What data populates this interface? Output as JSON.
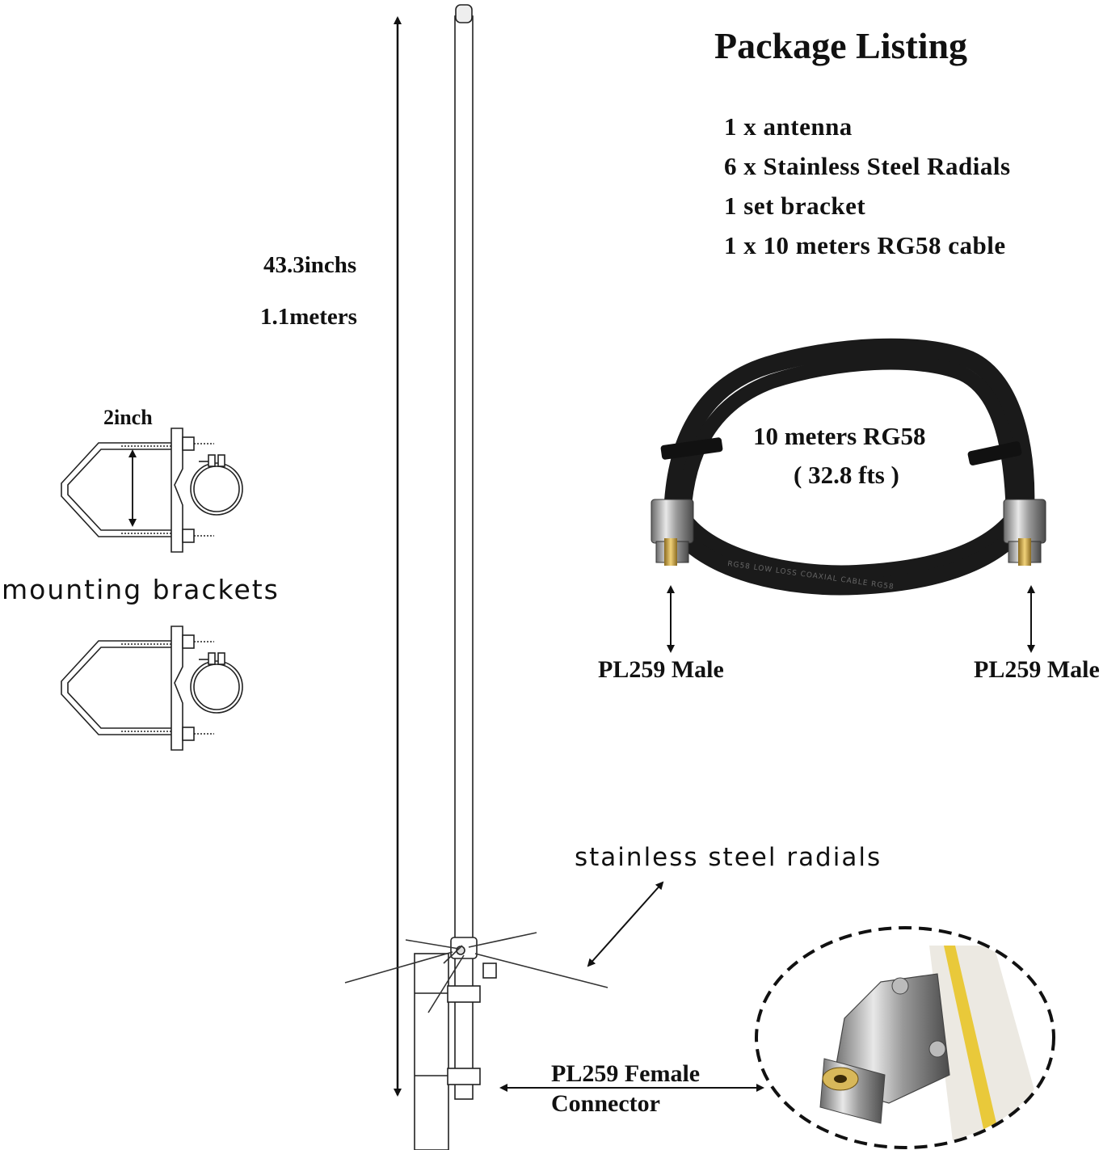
{
  "package": {
    "title": "Package Listing",
    "items": [
      "1 x antenna",
      "6 x Stainless Steel Radials",
      "1 set bracket",
      "1 x 10 meters RG58 cable"
    ]
  },
  "antenna": {
    "length_inches": "43.3inchs",
    "length_meters": "1.1meters"
  },
  "bracket": {
    "width": "2inch",
    "label": "mounting brackets"
  },
  "cable": {
    "line1": "10 meters RG58",
    "line2": "( 32.8 fts )",
    "connector_left": "PL259 Male",
    "connector_right": "PL259 Male",
    "print": "RG58 LOW LOSS COAXIAL CABLE RG58"
  },
  "radials": {
    "label": "stainless steel radials"
  },
  "connector": {
    "line1": "PL259 Female",
    "line2": "Connector"
  }
}
